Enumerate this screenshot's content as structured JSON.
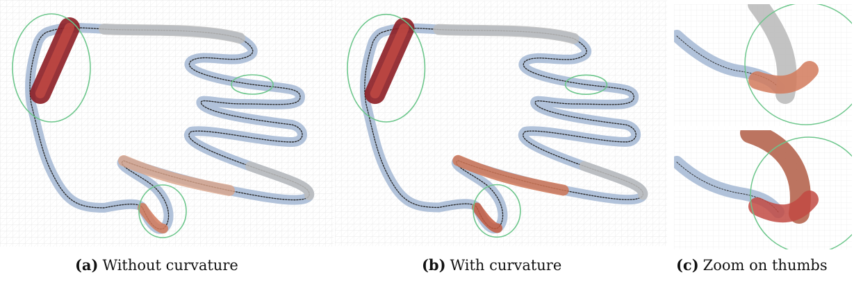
{
  "figure": {
    "subfigures": [
      {
        "id": "a",
        "tag": "(a)",
        "caption": "Without curvature"
      },
      {
        "id": "b",
        "tag": "(b)",
        "caption": "With curvature"
      },
      {
        "id": "c",
        "tag": "(c)",
        "caption": "Zoom on thumbs"
      }
    ],
    "colors": {
      "background_grid": "#e2e2e2",
      "highlight_circle": "#6cc68b",
      "ribbon_low": "#8ea7cc",
      "ribbon_mid": "#c9c9c9",
      "ribbon_high": "#8c1d24",
      "ribbon_edge": "#2a2a2a"
    }
  }
}
